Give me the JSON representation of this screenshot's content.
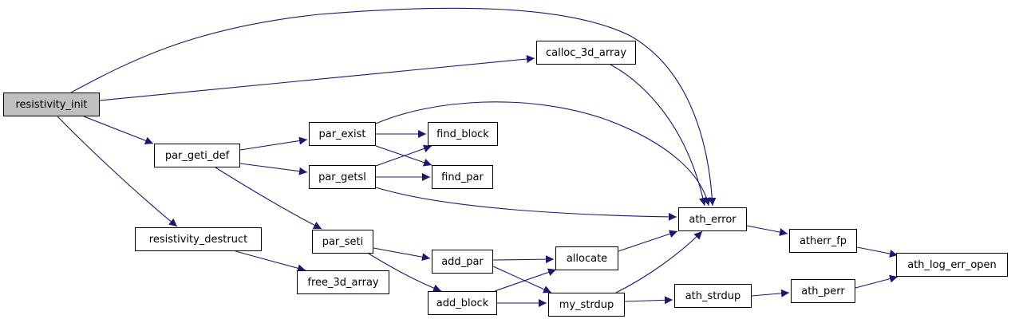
{
  "colors": {
    "edge": "#191970",
    "root_fill": "#bfbfbf",
    "node_fill": "#ffffff",
    "border": "#000000"
  },
  "nodes": {
    "resistivity_init": "resistivity_init",
    "calloc_3d_array": "calloc_3d_array",
    "par_geti_def": "par_geti_def",
    "par_exist": "par_exist",
    "par_getsl": "par_getsl",
    "find_block": "find_block",
    "find_par": "find_par",
    "resistivity_destruct": "resistivity_destruct",
    "par_seti": "par_seti",
    "free_3d_array": "free_3d_array",
    "add_par": "add_par",
    "add_block": "add_block",
    "allocate": "allocate",
    "my_strdup": "my_strdup",
    "ath_error": "ath_error",
    "ath_strdup": "ath_strdup",
    "atherr_fp": "atherr_fp",
    "ath_perr": "ath_perr",
    "ath_log_err_open": "ath_log_err_open"
  },
  "edges": [
    [
      "resistivity_init",
      "ath_error"
    ],
    [
      "resistivity_init",
      "calloc_3d_array"
    ],
    [
      "resistivity_init",
      "par_geti_def"
    ],
    [
      "resistivity_init",
      "resistivity_destruct"
    ],
    [
      "calloc_3d_array",
      "ath_error"
    ],
    [
      "par_geti_def",
      "par_exist"
    ],
    [
      "par_geti_def",
      "par_getsl"
    ],
    [
      "par_geti_def",
      "par_seti"
    ],
    [
      "par_exist",
      "find_block"
    ],
    [
      "par_exist",
      "find_par"
    ],
    [
      "par_exist",
      "ath_error"
    ],
    [
      "par_getsl",
      "find_block"
    ],
    [
      "par_getsl",
      "find_par"
    ],
    [
      "par_getsl",
      "ath_error"
    ],
    [
      "resistivity_destruct",
      "free_3d_array"
    ],
    [
      "par_seti",
      "add_par"
    ],
    [
      "par_seti",
      "add_block"
    ],
    [
      "add_par",
      "allocate"
    ],
    [
      "add_par",
      "my_strdup"
    ],
    [
      "add_block",
      "allocate"
    ],
    [
      "add_block",
      "my_strdup"
    ],
    [
      "allocate",
      "ath_error"
    ],
    [
      "my_strdup",
      "ath_error"
    ],
    [
      "my_strdup",
      "ath_strdup"
    ],
    [
      "ath_error",
      "atherr_fp"
    ],
    [
      "ath_strdup",
      "ath_perr"
    ],
    [
      "atherr_fp",
      "ath_log_err_open"
    ],
    [
      "ath_perr",
      "ath_log_err_open"
    ]
  ]
}
